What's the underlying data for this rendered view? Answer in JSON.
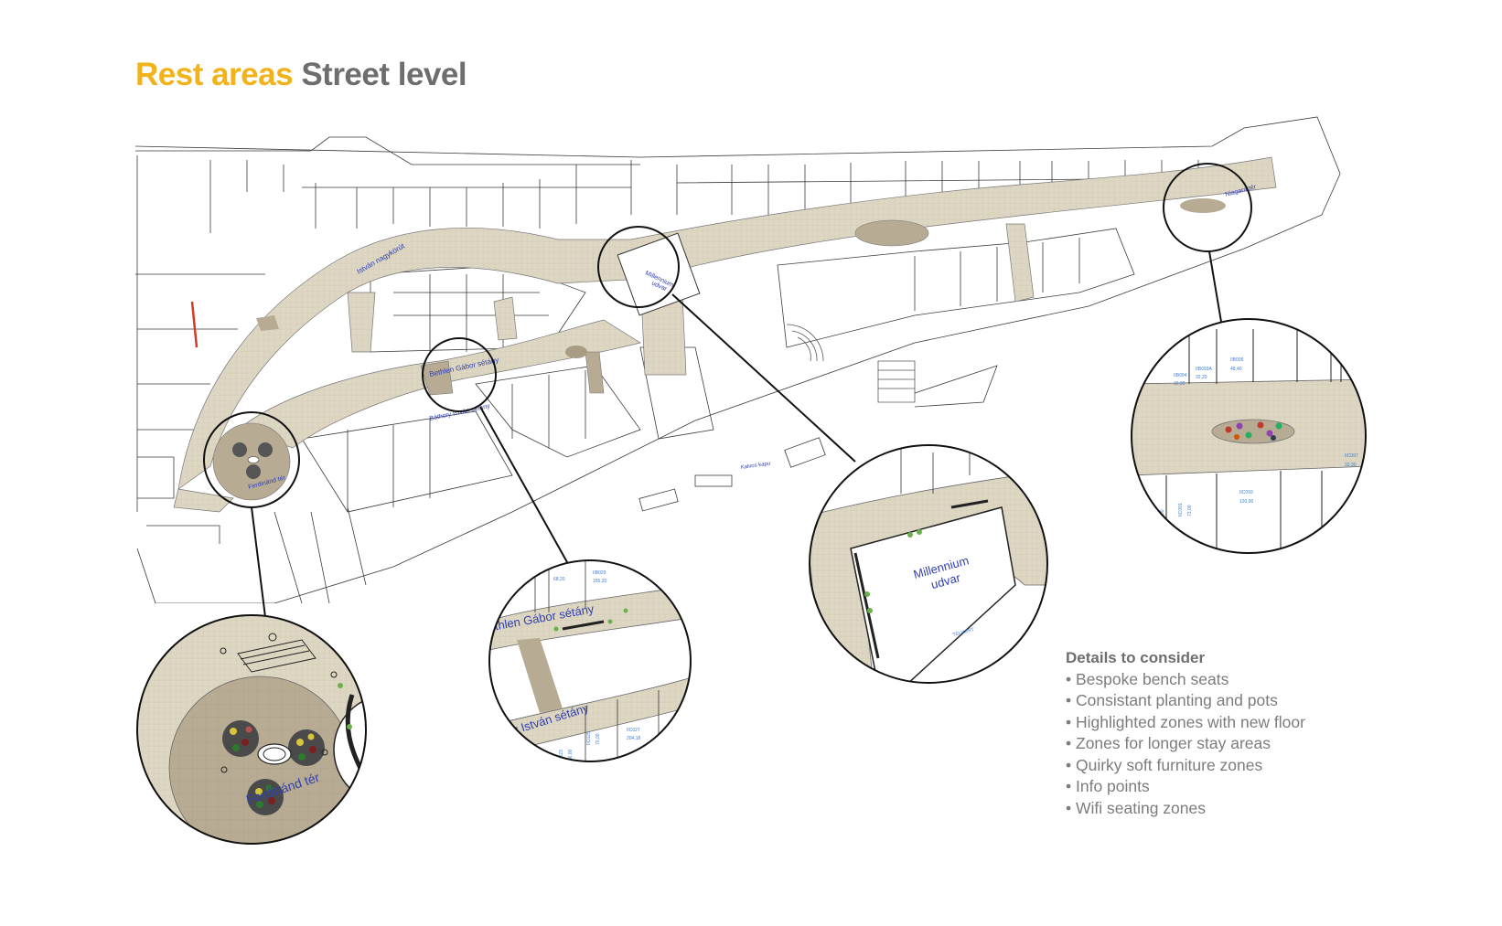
{
  "title": {
    "part1": "Rest areas",
    "part2": "Street level"
  },
  "map_labels": {
    "millennium_udvar": "Millennium udvar",
    "millennium_line1": "Millennium",
    "millennium_line2": "udvar",
    "bethlen": "Bethlen Gábor sétány",
    "bathory": "Báthory István sétány",
    "bathory_zoom": "thory István sétány",
    "ferdinand": "Ferdinánd tér",
    "istvan": "István nagykörút",
    "niagara": "Niagara tér",
    "kalvos": "Kalvos kapu",
    "telikert": "TÉLIKERT"
  },
  "zoom_units": {
    "bethlen_a": [
      "68,20"
    ],
    "bethlen_b": [
      "IIB029",
      "155,20"
    ],
    "bethlen_c": [
      "IIC025",
      "70,00"
    ],
    "bethlen_d": [
      "IIC023",
      "156,00"
    ],
    "bethlen_e": [
      "IIC027",
      "204,18"
    ],
    "niagara_a": [
      "IIB095",
      "48,40"
    ],
    "niagara_b": [
      "IIB094",
      "33,90"
    ],
    "niagara_c": [
      "IIB093A",
      "32,20"
    ],
    "niagara_d": [
      "IIC089",
      "85,00"
    ],
    "niagara_e": [
      "IIC091",
      "73,00"
    ],
    "niagara_f": [
      "IIC093",
      "120,00"
    ],
    "niagara_g": [
      "IIC097",
      "32,30"
    ]
  },
  "details": {
    "heading": "Details to consider",
    "items": [
      "Bespoke bench seats",
      "Consistant planting and pots",
      "Highlighted zones with new floor",
      "Zones for longer stay areas",
      "Quirky soft furniture zones",
      "Info points",
      "Wifi seating zones"
    ]
  },
  "colors": {
    "title_accent": "#f2b21b",
    "title_gray": "#6d6e70",
    "walkway": "#ddd6c3",
    "highlight_floor": "#b8ab94",
    "label_blue": "#2f3fb3"
  }
}
